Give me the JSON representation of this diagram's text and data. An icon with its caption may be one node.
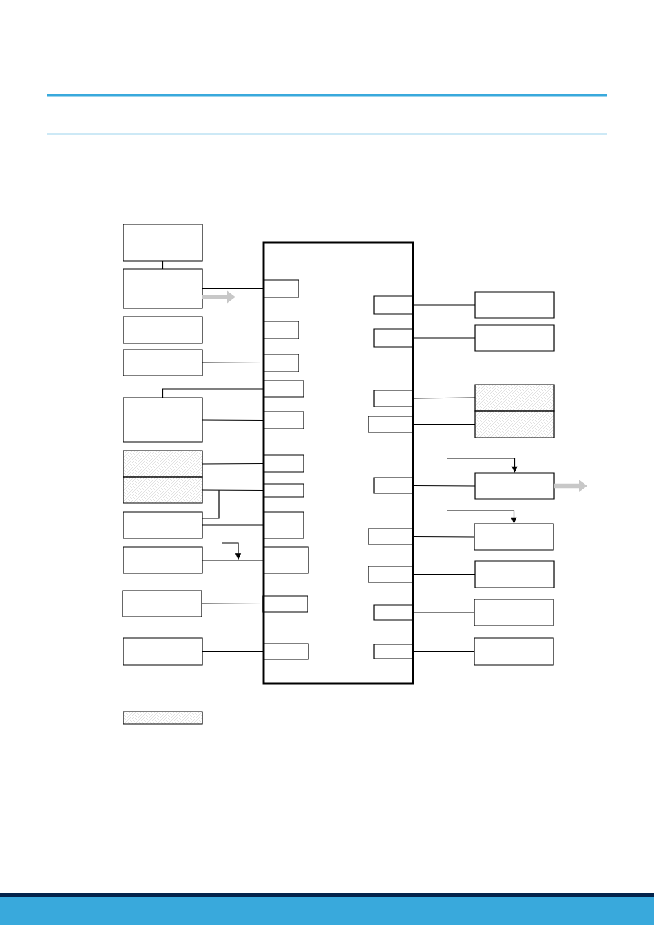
{
  "diagram": {
    "nodes": [
      {
        "text": [],
        "shape": "box"
      },
      {
        "text": [],
        "shape": "box"
      },
      {
        "text": [],
        "shape": "box"
      },
      {
        "text": [],
        "shape": "box"
      },
      {
        "text": [],
        "shape": "box"
      },
      {
        "text": [],
        "shape": "box"
      },
      {
        "text": [],
        "shape": "box"
      },
      {
        "text": [],
        "shape": "box"
      },
      {
        "text": [],
        "shape": "box"
      },
      {
        "text": [],
        "shape": "box"
      },
      {
        "text": [],
        "shape": "box"
      },
      {
        "text": [],
        "shape": "box"
      },
      {
        "text": [],
        "shape": "box",
        "in": 11
      },
      {
        "text": [],
        "shape": "box",
        "in": 11
      },
      {
        "text": [],
        "shape": "box",
        "in": 11
      },
      {
        "text": [],
        "shape": "box",
        "in": 11
      },
      {
        "text": [],
        "shape": "box",
        "in": 11
      },
      {
        "text": [],
        "shape": "box",
        "in": 11
      },
      {
        "text": [],
        "shape": "box",
        "in": 11
      },
      {
        "text": [],
        "shape": "box",
        "in": 11
      },
      {
        "text": [],
        "shape": "box",
        "in": 11
      },
      {
        "text": [],
        "shape": "box",
        "in": 11
      },
      {
        "text": [],
        "shape": "box",
        "in": 11
      },
      {
        "text": [],
        "shape": "box",
        "in": 11
      },
      {
        "text": [],
        "shape": "box",
        "in": 11
      },
      {
        "text": [],
        "shape": "box",
        "in": 11
      },
      {
        "text": [],
        "shape": "box",
        "in": 11
      },
      {
        "text": [],
        "shape": "box",
        "in": 11
      },
      {
        "text": [],
        "shape": "box",
        "in": 11
      },
      {
        "text": [],
        "shape": "box",
        "in": 11
      },
      {
        "text": [],
        "shape": "box",
        "in": 11
      },
      {
        "text": [],
        "shape": "box",
        "in": 11
      },
      {
        "text": [],
        "shape": "box"
      },
      {
        "text": [],
        "shape": "box"
      },
      {
        "text": [],
        "shape": "box"
      },
      {
        "text": [],
        "shape": "box"
      },
      {
        "text": [],
        "shape": "box"
      },
      {
        "text": [],
        "shape": "box"
      },
      {
        "text": [],
        "shape": "box"
      },
      {
        "text": [],
        "shape": "box"
      },
      {
        "text": [],
        "shape": "box"
      },
      {
        "text": [],
        "shape": "box"
      }
    ],
    "edges": [
      {
        "from": 0,
        "to": 1,
        "arrow": "none"
      },
      {
        "from": 1,
        "to": 12,
        "arrow": "none"
      },
      {
        "from": 1,
        "to": null,
        "arrow": "to",
        "style": "thick",
        "color": "#c8c8c8"
      },
      {
        "from": 2,
        "to": 13,
        "arrow": "none"
      },
      {
        "from": 3,
        "to": 14,
        "arrow": "none"
      },
      {
        "from": 4,
        "to": 15,
        "arrow": "none"
      },
      {
        "from": 4,
        "to": 16,
        "arrow": "none"
      },
      {
        "from": 5,
        "to": 17,
        "arrow": "none"
      },
      {
        "from": 6,
        "to": 18,
        "arrow": "none"
      },
      {
        "from": 7,
        "to": 18,
        "arrow": "none"
      },
      {
        "from": 7,
        "to": 19,
        "arrow": "none"
      },
      {
        "from": 8,
        "to": 20,
        "arrow": "none"
      },
      {
        "from": 9,
        "to": 21,
        "arrow": "none"
      },
      {
        "from": 10,
        "to": 22,
        "arrow": "none"
      },
      {
        "from": 23,
        "to": 32,
        "arrow": "none"
      },
      {
        "from": 24,
        "to": 33,
        "arrow": "none"
      },
      {
        "from": 25,
        "to": 34,
        "arrow": "none"
      },
      {
        "from": 26,
        "to": 35,
        "arrow": "none"
      },
      {
        "from": null,
        "to": 36,
        "arrow": "to"
      },
      {
        "from": 27,
        "to": 36,
        "arrow": "none"
      },
      {
        "from": 36,
        "to": null,
        "arrow": "to",
        "style": "thick",
        "color": "#c8c8c8"
      },
      {
        "from": null,
        "to": 37,
        "arrow": "to"
      },
      {
        "from": 28,
        "to": 37,
        "arrow": "none"
      },
      {
        "from": 29,
        "to": 38,
        "arrow": "none"
      },
      {
        "from": 30,
        "to": 39,
        "arrow": "none"
      },
      {
        "from": 31,
        "to": 40,
        "arrow": "none"
      }
    ]
  }
}
